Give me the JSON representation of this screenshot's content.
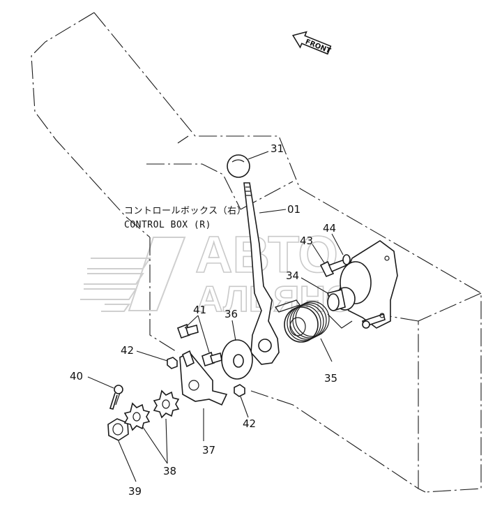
{
  "front_arrow": {
    "label": "FRONT"
  },
  "box_label": {
    "japanese": "コントロールボックス（右）",
    "english": "CONTROL BOX (R)"
  },
  "watermark": {
    "line1": "АВТО",
    "line2": "АЛЬЯНС"
  },
  "callouts": {
    "c31": "31",
    "c01": "01",
    "c44": "44",
    "c43": "43",
    "c34": "34",
    "c41": "41",
    "c36": "36",
    "c42_left": "42",
    "c42_right": "42",
    "c35": "35",
    "c40": "40",
    "c37": "37",
    "c38": "38",
    "c39": "39"
  },
  "colors": {
    "ink": "#1a1a1a",
    "watermark": "#c9c9c9",
    "background": "#ffffff"
  }
}
